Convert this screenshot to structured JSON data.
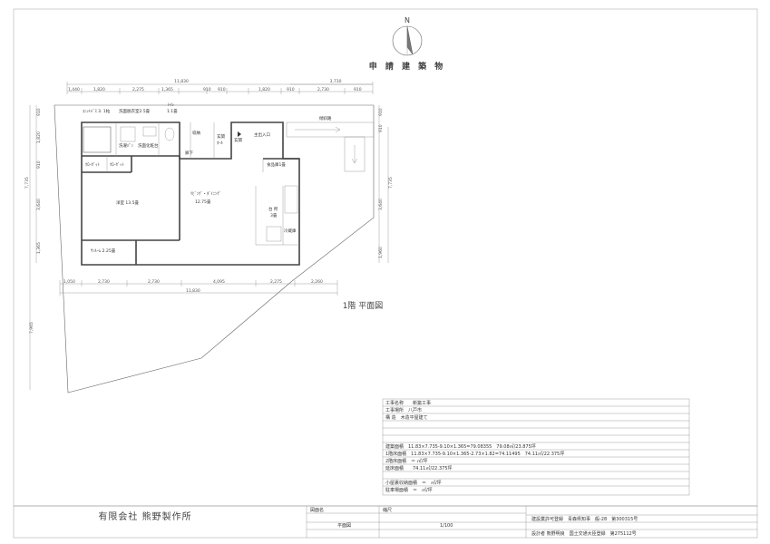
{
  "drawing": {
    "north_label": "N",
    "building_label": "申 請 建 築 物",
    "floor_plan_title": "1階 平面図",
    "overall_width_top": "11,830",
    "overall_width_bottom": "11,830",
    "top_dims": [
      "1,440",
      "1,820",
      "2,275",
      "1,365",
      "910",
      "910",
      "1,820",
      "910",
      "2,730",
      "910"
    ],
    "top_right_dim": "3,730",
    "bottom_dims": [
      "1,050",
      "2,730",
      "2,730",
      "4,095",
      "2,275",
      "2,260"
    ],
    "left_dims": [
      "910",
      "1,820",
      "910",
      "3,640",
      "1,365"
    ],
    "left_total": "7,735",
    "left_lower_total": "7,965",
    "right_dims": [
      "910",
      "910",
      "3,640",
      "1,960"
    ],
    "right_total": "7,735",
    "rooms": {
      "bath": "ﾕﾆｯﾄﾊﾞｽ 3. 1帖",
      "laundry": "洗面脱衣室2.5畳",
      "toilet": "ﾄｲﾚ",
      "toilet_size": "1.1畳",
      "washer": "洗濯ﾊﾟﾝ",
      "washbasin": "洗面化粧台",
      "storage": "収納",
      "hall_top": "玄関",
      "hall_bottom": "ﾎｰﾙ",
      "genkan": "玄関",
      "entrance": "主出入口",
      "ramp": "傾斜路",
      "corridor": "廊下",
      "closet1": "ｸﾛｰｾﾞｯﾄ",
      "closet2": "ｸﾛｰｾﾞｯﾄ",
      "pantry": "食品庫1畳",
      "western": "洋室 13.5畳",
      "living": "ﾘﾋﾞﾝｸﾞ・ﾀﾞｲﾆﾝｸﾞ",
      "living_size": "12.75畳",
      "kitchen": "台 所",
      "kitchen_size": "3畳",
      "fridge": "冷蔵庫",
      "sunroom": "ｻﾝﾙｰﾑ 2.25畳"
    }
  },
  "info": {
    "rows": [
      "工事名称　　新築工事",
      "工事場所　八戸市",
      "構 造　木造平屋建て",
      "",
      "",
      "",
      "建築面積　11.83×7.735-9.10×1.365=79.08355　79.08㎡/23.875坪",
      "1階床面積　11.83×7.735-9.10×1.365-2.73×1.82=74.11495　74.11㎡/22.375坪",
      "2階床面積　＝ ㎡/坪",
      "延床面積　　74.11㎡/22.375坪",
      "",
      "小屋裏収納面積　＝　㎡/坪",
      "駐車場面積　＝　㎡/坪"
    ]
  },
  "title_block": {
    "company": "有限会社 熊野製作所",
    "drawing_name_label": "図面名",
    "drawing_name": "平面図",
    "scale_label": "縮尺",
    "scale": "1/100",
    "license": "建設業許可登録　青森県知事　般-28　第300315号",
    "architect": "設計者 熊野明良　国土交通大臣登録　第275112号"
  },
  "colors": {
    "line": "#666666",
    "text": "#333333"
  }
}
